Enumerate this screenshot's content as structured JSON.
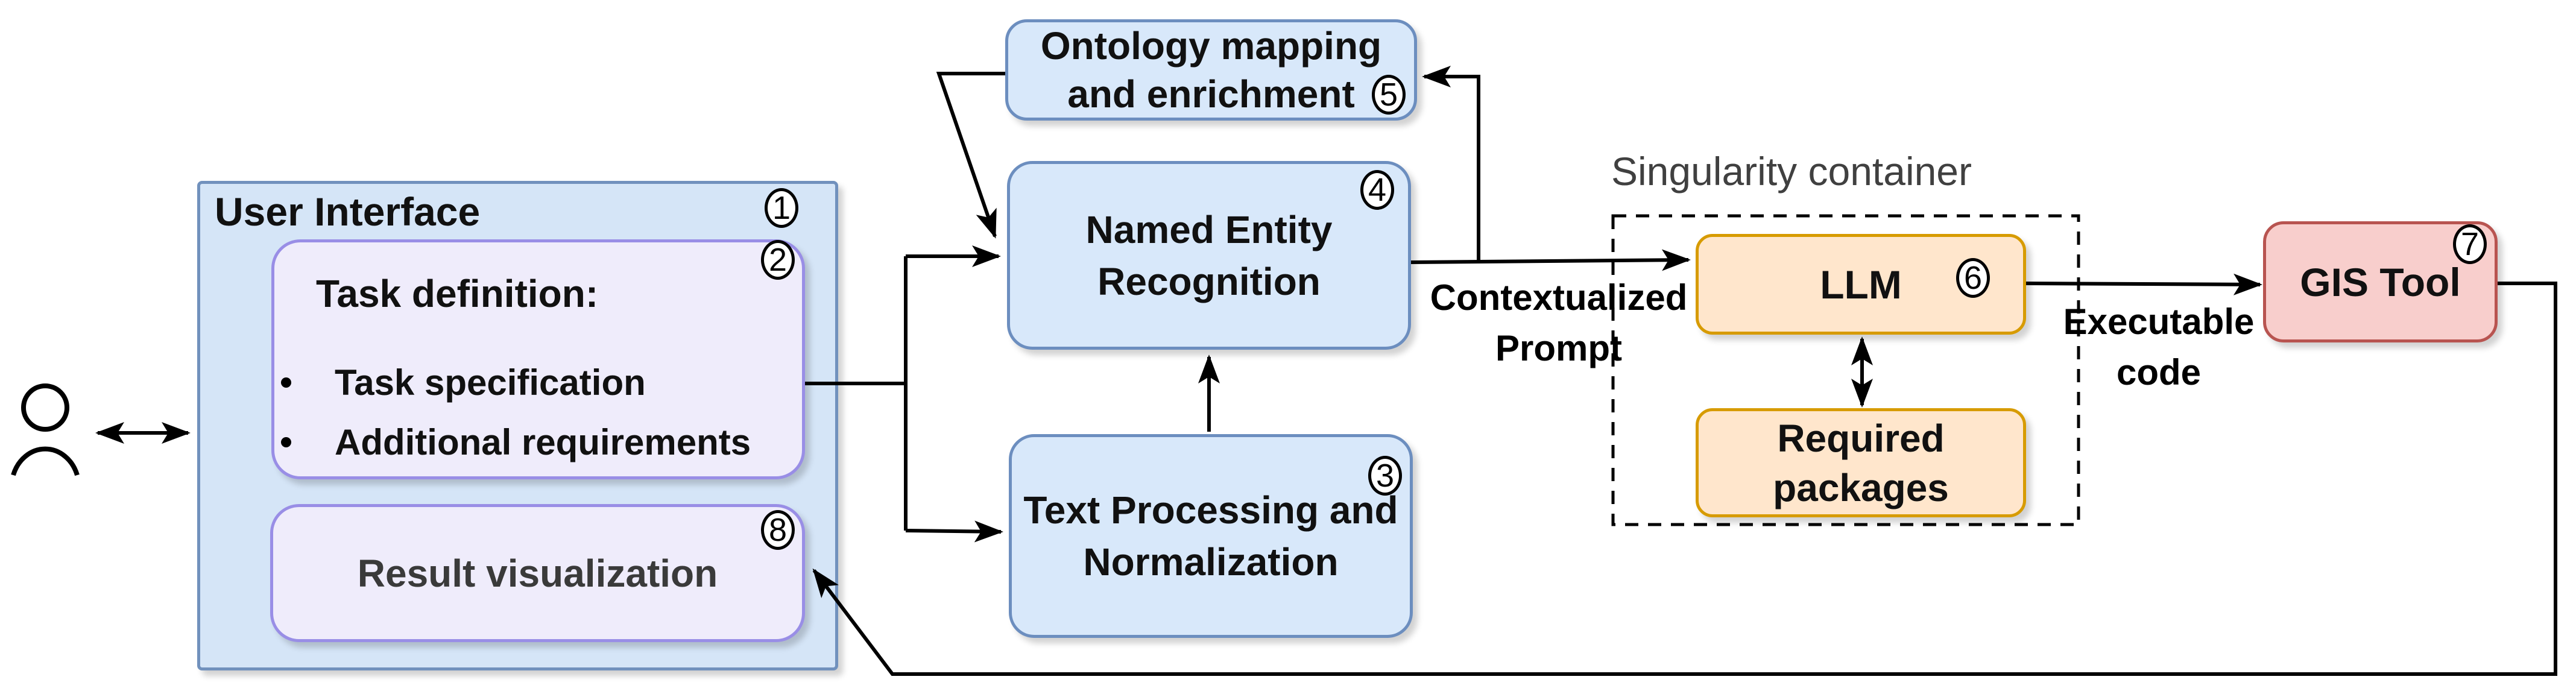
{
  "diagram": {
    "user_interface": {
      "label": "User Interface",
      "number": "1"
    },
    "task_definition": {
      "title": "Task definition:",
      "number": "2",
      "bullets": [
        "Task specification",
        "Additional requirements"
      ]
    },
    "result_visualization": {
      "label": "Result visualization",
      "number": "8"
    },
    "ontology": {
      "line1": "Ontology mapping",
      "line2": "and enrichment",
      "number": "5"
    },
    "ner": {
      "line1": "Named Entity",
      "line2": "Recognition",
      "number": "4"
    },
    "text_processing": {
      "line1": "Text Processing and",
      "line2": "Normalization",
      "number": "3"
    },
    "singularity_container": {
      "label": "Singularity container"
    },
    "llm": {
      "label": "LLM",
      "number": "6"
    },
    "required_packages": {
      "line1": "Required",
      "line2": "packages"
    },
    "gis_tool": {
      "label": "GIS Tool",
      "number": "7"
    },
    "edge_labels": {
      "contextualized_prompt": {
        "line1": "Contextualized",
        "line2": "Prompt"
      },
      "executable_code": {
        "line1": "Executable",
        "line2": "code"
      }
    },
    "icons": {
      "user": "user-icon"
    },
    "colors": {
      "process_fill": "#d8e8fa",
      "process_border": "#6c8ebf",
      "ui_fill": "#d5e5f7",
      "ui_border": "#7191bd",
      "inner_fill": "#efecfb",
      "inner_border": "#998ee6",
      "container_fill": "#ffe6cc",
      "container_border": "#d79b00",
      "tool_fill": "#f8cecc",
      "tool_border": "#b85450",
      "arrow": "#000000",
      "container_label": "#404040"
    }
  }
}
